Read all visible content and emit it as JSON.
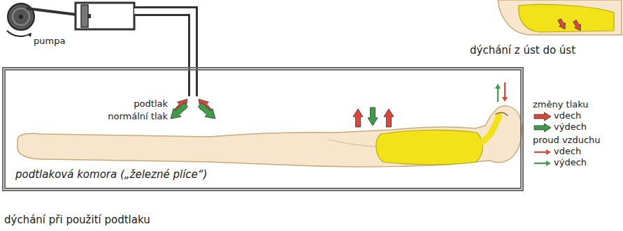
{
  "diagram": {
    "nodes": [
      {
        "text": [
          "podtlaková komora („železné plíce“)"
        ]
      }
    ],
    "labels": [
      "pumpa",
      "podtlak",
      "normální tlak",
      "dýchání z úst do úst",
      "dýchání při použití podtlaku"
    ],
    "legend": [
      {
        "text": "změny tlaku"
      },
      {
        "text": "vdech"
      },
      {
        "text": "výdech"
      },
      {
        "text": "proud vzduchu"
      },
      {
        "text": "vdech"
      },
      {
        "text": "výdech"
      }
    ]
  }
}
